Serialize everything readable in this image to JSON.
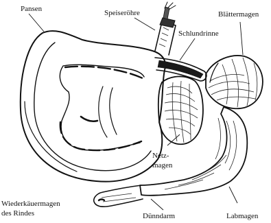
{
  "diagram": {
    "labels": {
      "pansen": "Pansen",
      "speiseroehre": "Speiseröhre",
      "schlundrinne": "Schlundrinne",
      "blaettermagen": "Blättermagen",
      "netzmagen_1": "Netz-",
      "netzmagen_2": "magen",
      "caption_1": "Wiederkäuermagen",
      "caption_2": "des Rindes",
      "duenndarm": "Dünndarm",
      "labmagen": "Labmagen"
    },
    "colors": {
      "ink": "#111111",
      "background": "#ffffff",
      "shade": "#d9d9d9"
    }
  }
}
